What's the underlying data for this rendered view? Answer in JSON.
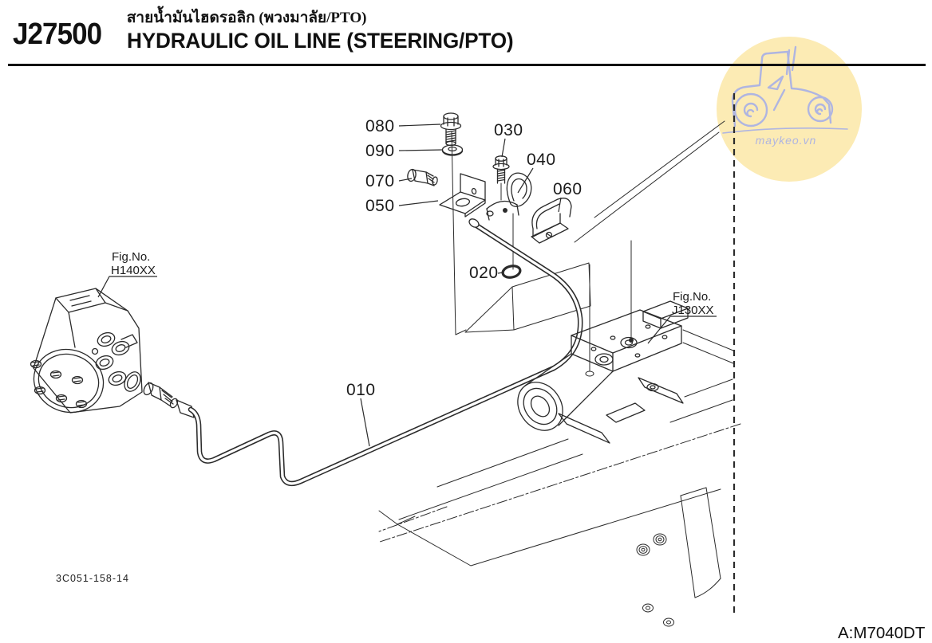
{
  "header": {
    "code": "J27500",
    "title_thai": "สายน้ำมันไฮดรอลิก (พวงมาลัย/PTO)",
    "title_en": "HYDRAULIC OIL LINE (STEERING/PTO)"
  },
  "callouts": [
    {
      "id": "010",
      "label": "010",
      "part": "hydraulic pipe"
    },
    {
      "id": "020",
      "label": "020",
      "part": "o-ring"
    },
    {
      "id": "030",
      "label": "030",
      "part": "flange bolt"
    },
    {
      "id": "040",
      "label": "040",
      "part": "pipe clamp"
    },
    {
      "id": "050",
      "label": "050",
      "part": "bracket"
    },
    {
      "id": "060",
      "label": "060",
      "part": "clamp half"
    },
    {
      "id": "070",
      "label": "070",
      "part": "joint fitting"
    },
    {
      "id": "080",
      "label": "080",
      "part": "flange bolt"
    },
    {
      "id": "090",
      "label": "090",
      "part": "washer"
    }
  ],
  "fig_refs": [
    {
      "label": "Fig.No.",
      "number": "H140XX"
    },
    {
      "label": "Fig.No.",
      "number": "J130XX"
    }
  ],
  "footer": {
    "drawing_code": "3C051-158-14",
    "model_code": "A:M7040DT"
  },
  "watermark": {
    "text": "maykeo.vn",
    "circle_color": "#FCEBB4",
    "ink_color": "#AFB5E1"
  },
  "colors": {
    "line_art": "#2b2b2b",
    "header_rule": "#121212",
    "text": "#1b1b1b"
  }
}
